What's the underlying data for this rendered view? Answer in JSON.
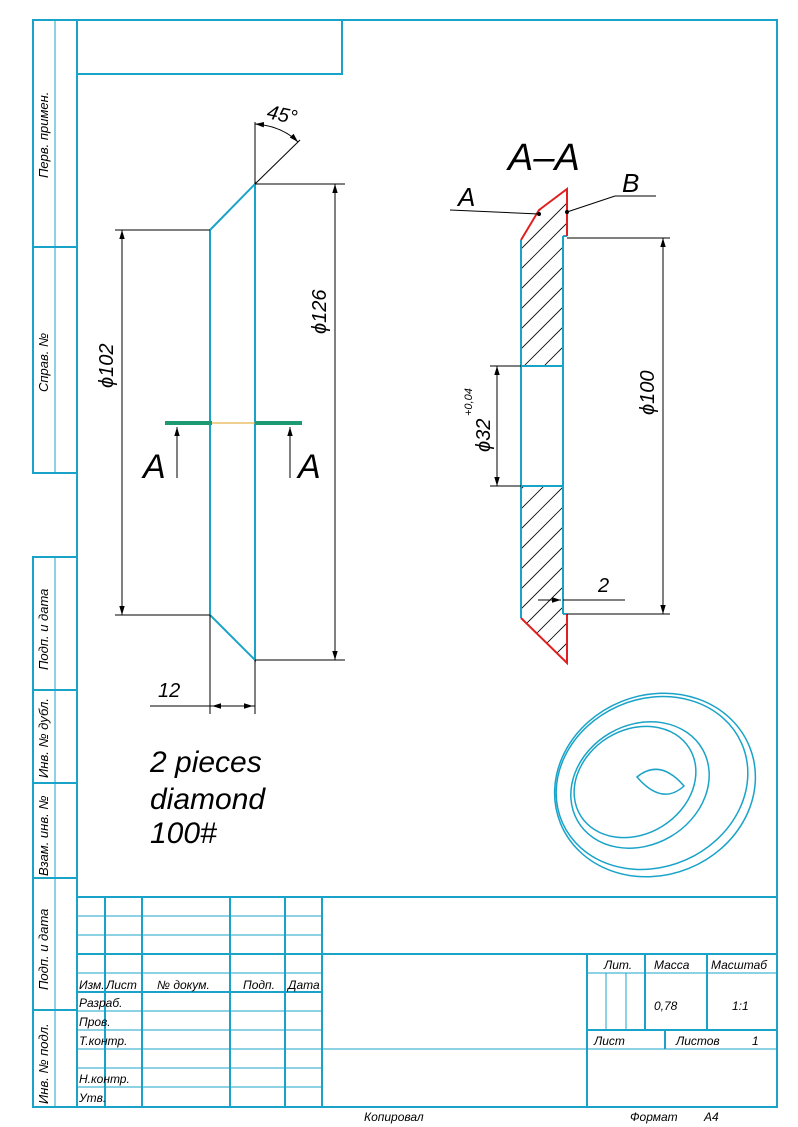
{
  "side_labels": {
    "perv_primen": "Перв. примен.",
    "sprav_no": "Справ. №",
    "podp_i_data_1": "Подп. и дата",
    "inv_no_dubl": "Инв. № дубл.",
    "vzam_inv_no": "Взам. инв. №",
    "podp_i_data_2": "Подп. и дата",
    "inv_no_podl": "Инв. № подл."
  },
  "front_view": {
    "angle_label": "45°",
    "dia_outer": "ϕ126",
    "dia_inner": "ϕ102",
    "width_label": "12",
    "section_marker_left": "A",
    "section_marker_right": "A"
  },
  "section_view": {
    "title": "A–A",
    "callout_a": "A",
    "callout_b": "B",
    "dia_bore": "ϕ32",
    "bore_tolerance": "+0,04",
    "dia_100": "ϕ100",
    "offset_label": "2"
  },
  "notes": {
    "line1": "2 pieces",
    "line2": "diamond",
    "line3": "100#"
  },
  "title_block": {
    "col_izm": "Изм.",
    "col_list": "Лист",
    "col_no_dokum": "№ докум.",
    "col_podp": "Подп.",
    "col_data": "Дата",
    "row_razrab": "Разраб.",
    "row_prov": "Пров.",
    "row_tkontr": "Т.контр.",
    "row_nkontr": "Н.контр.",
    "row_utv": "Утв.",
    "lit": "Лит.",
    "massa": "Масса",
    "masshtab": "Масштаб",
    "massa_value": "0,78",
    "scale_value": "1:1",
    "list_label": "Лист",
    "listov_label": "Листов",
    "listov_value": "1"
  },
  "footer": {
    "kopiroval": "Копировал",
    "format_label": "Формат",
    "format_value": "A4"
  },
  "colors": {
    "frame": "#1aa3c8",
    "section_outline": "#e02020",
    "section_line": "#1e9a73"
  }
}
